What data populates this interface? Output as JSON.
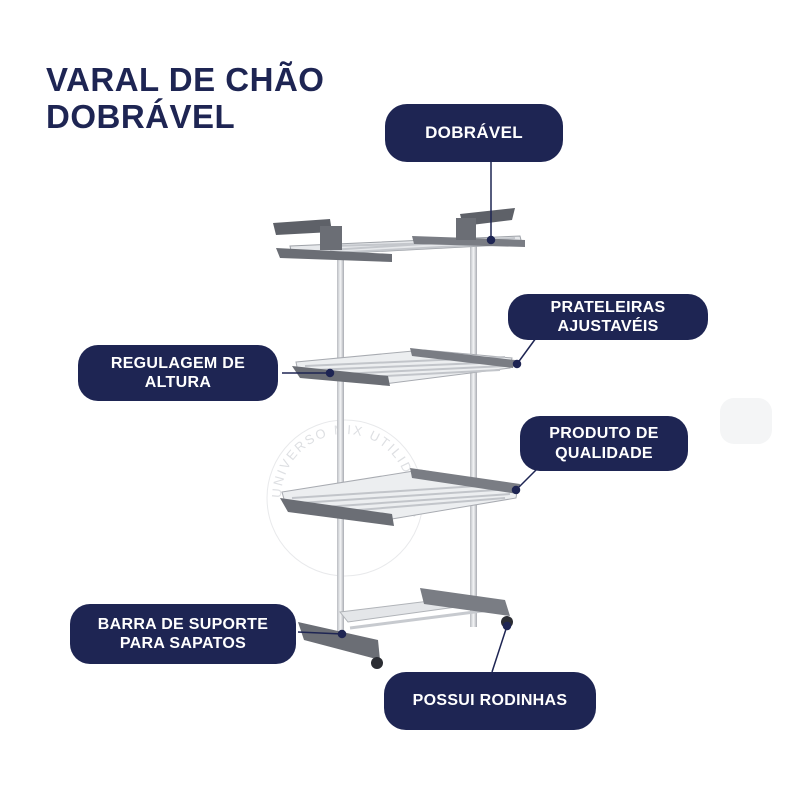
{
  "title": {
    "line1": "VARAL DE CHÃO",
    "line2": "DOBRÁVEL"
  },
  "labels": {
    "dobravel": "DOBRÁVEL",
    "prateleiras": {
      "line1": "PRATELEIRAS",
      "line2": "AJUSTAVÉIS"
    },
    "regulagem": {
      "line1": "REGULAGEM DE",
      "line2": "ALTURA"
    },
    "produto": {
      "line1": "PRODUTO DE",
      "line2": "QUALIDADE"
    },
    "barra": {
      "line1": "BARRA DE SUPORTE",
      "line2": "PARA SAPATOS"
    },
    "rodinhas": "POSSUI RODINHAS"
  },
  "watermark": "UNIVERSO MIX UTILIDADES",
  "colors": {
    "navy": "#1e2553",
    "frame_gray": "#6b6e75",
    "rail_silver": "#d5d8dc",
    "watermark": "#c9cbd0"
  }
}
